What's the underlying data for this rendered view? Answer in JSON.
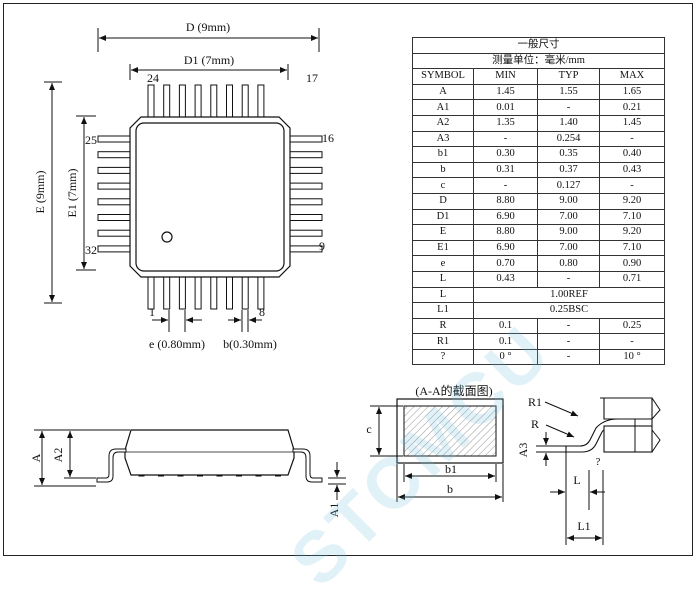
{
  "package_labels": {
    "d": "D (9mm)",
    "d1": "D1 (7mm)",
    "e": "E (9mm)",
    "e1": "E1 (7mm)",
    "pin24": "24",
    "pin17": "17",
    "pin25": "25",
    "pin16": "16",
    "pin32": "32",
    "pin9": "9",
    "pin1": "1",
    "pin8": "8",
    "pitch": "e (0.80mm)",
    "width": "b(0.30mm)"
  },
  "side_labels": {
    "a": "A",
    "a2": "A2",
    "a1": "A1"
  },
  "section_labels": {
    "title": "(A-A的截面图)",
    "c": "c",
    "b1": "b1",
    "b": "b"
  },
  "detail_labels": {
    "r1": "R1",
    "r": "R",
    "a3": "A3",
    "angle": "?",
    "l": "L",
    "l1": "L1"
  },
  "table": {
    "title": "一般尺寸",
    "unit": "测量单位：毫米/mm",
    "headers": [
      "SYMBOL",
      "MIN",
      "TYP",
      "MAX"
    ],
    "rows": [
      [
        "A",
        "1.45",
        "1.55",
        "1.65"
      ],
      [
        "A1",
        "0.01",
        "-",
        "0.21"
      ],
      [
        "A2",
        "1.35",
        "1.40",
        "1.45"
      ],
      [
        "A3",
        "-",
        "0.254",
        "-"
      ],
      [
        "b1",
        "0.30",
        "0.35",
        "0.40"
      ],
      [
        "b",
        "0.31",
        "0.37",
        "0.43"
      ],
      [
        "c",
        "-",
        "0.127",
        "-"
      ],
      [
        "D",
        "8.80",
        "9.00",
        "9.20"
      ],
      [
        "D1",
        "6.90",
        "7.00",
        "7.10"
      ],
      [
        "E",
        "8.80",
        "9.00",
        "9.20"
      ],
      [
        "E1",
        "6.90",
        "7.00",
        "7.10"
      ],
      [
        "e",
        "0.70",
        "0.80",
        "0.90"
      ],
      [
        "L",
        "0.43",
        "-",
        "0.71"
      ]
    ],
    "span_rows": [
      [
        "L",
        "1.00REF"
      ],
      [
        "L1",
        "0.25BSC"
      ]
    ],
    "tail_rows": [
      [
        "R",
        "0.1",
        "-",
        "0.25"
      ],
      [
        "R1",
        "0.1",
        "-",
        "-"
      ],
      [
        "?",
        "0 °",
        "-",
        "10 °"
      ]
    ]
  },
  "watermark": "STCMCU"
}
